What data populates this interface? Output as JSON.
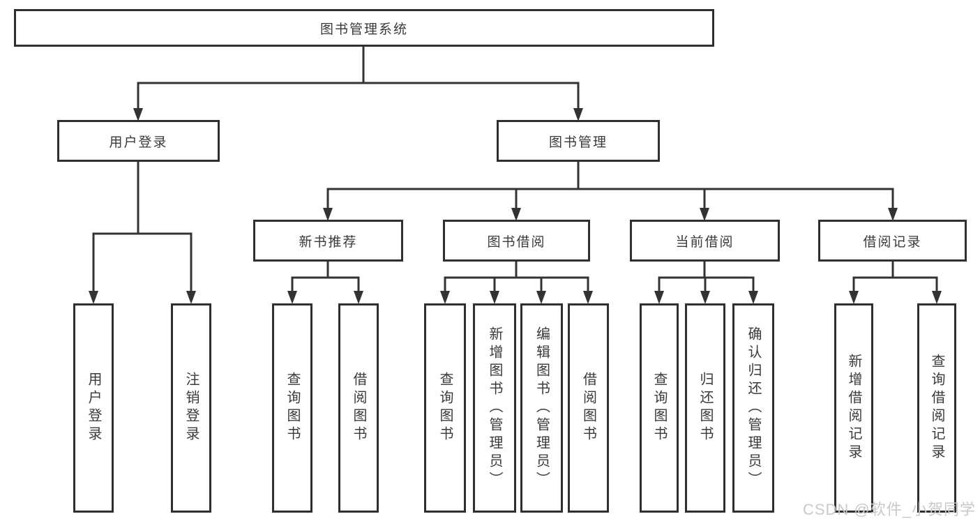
{
  "tree": {
    "root": {
      "label": "图书管理系统"
    },
    "branches": [
      {
        "label": "用户登录",
        "children": [
          {
            "label": "用户登录"
          },
          {
            "label": "注销登录"
          }
        ]
      },
      {
        "label": "图书管理",
        "children": [
          {
            "label": "新书推荐",
            "children": [
              {
                "label": "查询图书"
              },
              {
                "label": "借阅图书"
              }
            ]
          },
          {
            "label": "图书借阅",
            "children": [
              {
                "label": "查询图书"
              },
              {
                "label": "新增图书（管理员）"
              },
              {
                "label": "编辑图书（管理员）"
              },
              {
                "label": "借阅图书"
              }
            ]
          },
          {
            "label": "当前借阅",
            "children": [
              {
                "label": "查询图书"
              },
              {
                "label": "归还图书"
              },
              {
                "label": "确认归还（管理员）"
              }
            ]
          },
          {
            "label": "借阅记录",
            "children": [
              {
                "label": "新增借阅记录"
              },
              {
                "label": "查询借阅记录"
              }
            ]
          }
        ]
      }
    ]
  },
  "watermark": {
    "text": "CSDN @软件_小贺同学"
  },
  "colors": {
    "line": "#333333",
    "box_border": "#2f2f2f",
    "text": "#3a3a3a",
    "background": "#ffffff",
    "watermark": "#c9c9c9"
  }
}
